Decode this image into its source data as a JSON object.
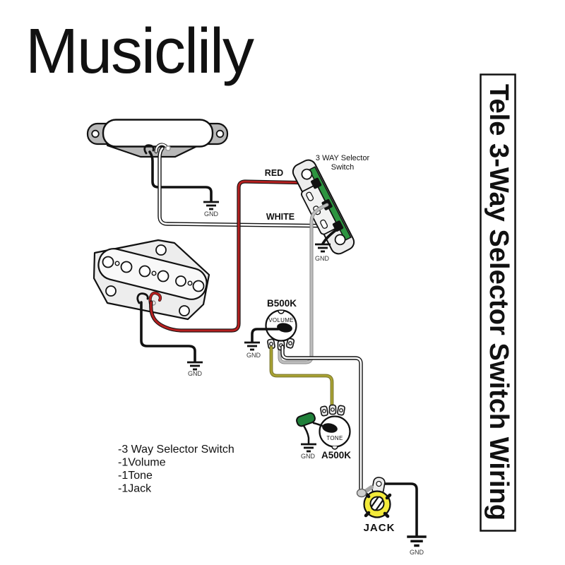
{
  "brand": "Musiclily",
  "banner": {
    "title": "Tele 3-Way Selector Switch Wiring"
  },
  "labels": {
    "switch_line1": "3 WAY Selector",
    "switch_line2": "Switch",
    "red_wire": "RED",
    "white_wire": "WHITE",
    "volume_value": "B500K",
    "volume_name": "VOLUME",
    "tone_name": "TONE",
    "tone_value": "A500K",
    "jack": "JACK",
    "gnd": "GND"
  },
  "parts_list": [
    "-3 Way Selector Switch",
    "-1Volume",
    "-1Tone",
    "-1Jack"
  ],
  "colors": {
    "red_wire": "#b62020",
    "gray_wire": "#bdbdbd",
    "yellow_wire": "#a8a233",
    "pcb_green": "#2d9440",
    "cap_green": "#20803a",
    "jack_yellow": "#f3ea3b"
  }
}
